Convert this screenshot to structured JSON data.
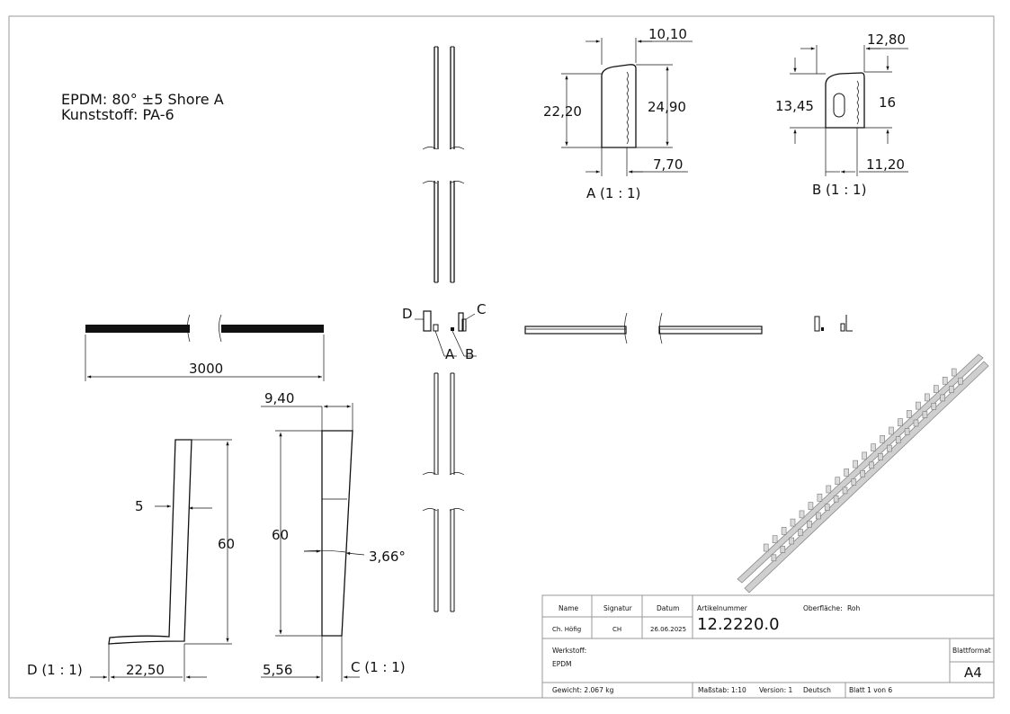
{
  "notes": {
    "line1": "EPDM: 80° ±5 Shore A",
    "line2": "Kunststoff: PA-6"
  },
  "views": {
    "A": {
      "label": "A (1 : 1)",
      "dim_top": "10,10",
      "dim_left": "22,20",
      "dim_right": "24,90",
      "dim_bottom": "7,70"
    },
    "B": {
      "label": "B (1 : 1)",
      "dim_top": "12,80",
      "dim_left": "13,45",
      "dim_right": "16",
      "dim_bottom": "11,20"
    },
    "C": {
      "label": "C (1 : 1)",
      "dim_top": "9,40",
      "dim_left": "60",
      "dim_angle": "3,66°",
      "dim_bottom": "5,56"
    },
    "D": {
      "label": "D (1 : 1)",
      "dim_thick": "5",
      "dim_height": "60",
      "dim_bottom": "22,50"
    },
    "front": {
      "dim_length": "3000"
    },
    "markers": {
      "A": "A",
      "B": "B",
      "C": "C",
      "D": "D"
    }
  },
  "title_block": {
    "headers": {
      "name": "Name",
      "signatur": "Signatur",
      "datum": "Datum",
      "artikel": "Artikelnummer",
      "oberflaeche": "Oberfläche:",
      "oberflaeche_val": "Roh"
    },
    "name": "Ch. Höfig",
    "signatur": "CH",
    "datum": "26.06.2025",
    "artikelnummer": "12.2220.0",
    "werkstoff_label": "Werkstoff:",
    "werkstoff": "EPDM",
    "blattformat_label": "Blattformat",
    "blattformat": "A4",
    "gewicht": "Gewicht: 2.067 kg",
    "massstab": "Maßstab: 1:10",
    "version": "Version: 1",
    "sprache": "Deutsch",
    "blatt": "Blatt 1 von 6"
  }
}
